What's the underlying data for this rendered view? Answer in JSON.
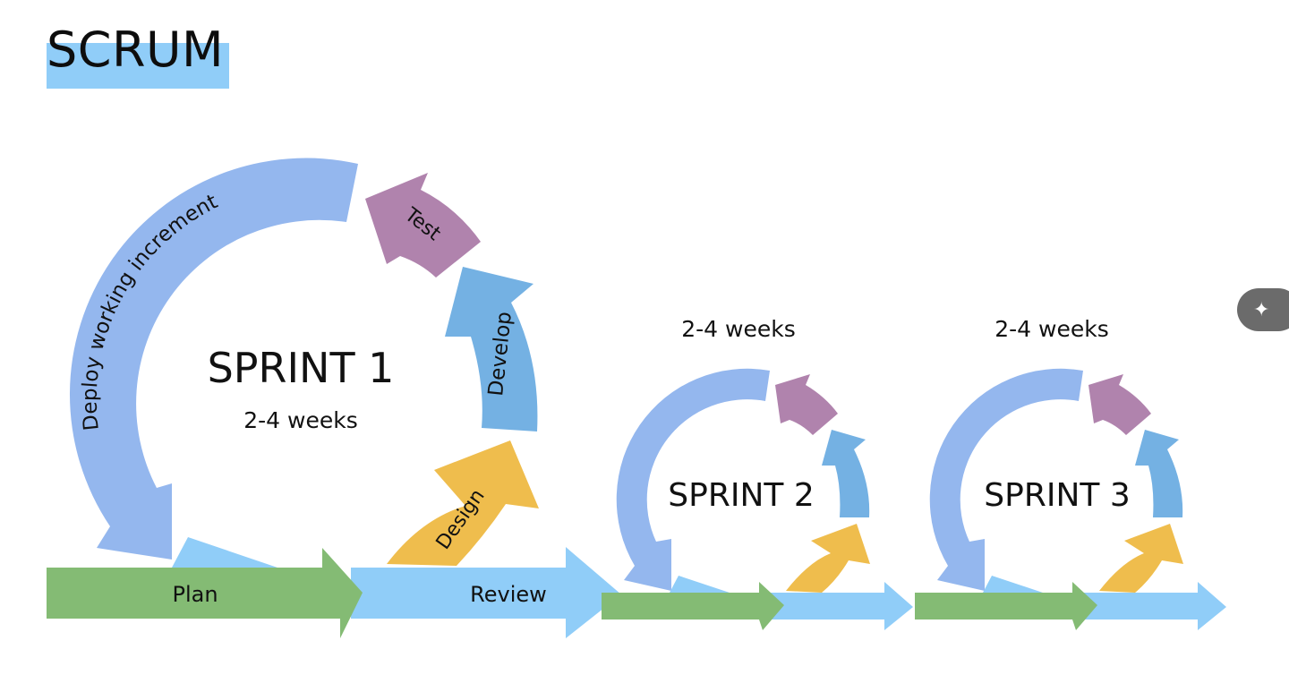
{
  "title": "SCRUM",
  "sprint1": {
    "label": "SPRINT 1",
    "duration": "2-4 weeks",
    "phases": {
      "deploy": "Deploy working increment",
      "test": "Test",
      "develop": "Develop",
      "design": "Design"
    }
  },
  "bar": {
    "plan": "Plan",
    "review": "Review"
  },
  "sprint2": {
    "label": "SPRINT 2",
    "duration": "2-4 weeks"
  },
  "sprint3": {
    "label": "SPRINT 3",
    "duration": "2-4 weeks"
  },
  "colors": {
    "title_highlight": "#90cdf8",
    "deploy": "#94b7ee",
    "test": "#b083ad",
    "develop": "#74b1e3",
    "design": "#efbd4d",
    "plan": "#84bb74",
    "review": "#90cdf8",
    "triangle": "#90cdf8"
  },
  "toolbar": {
    "magic_icon": "magic-wand-icon"
  }
}
